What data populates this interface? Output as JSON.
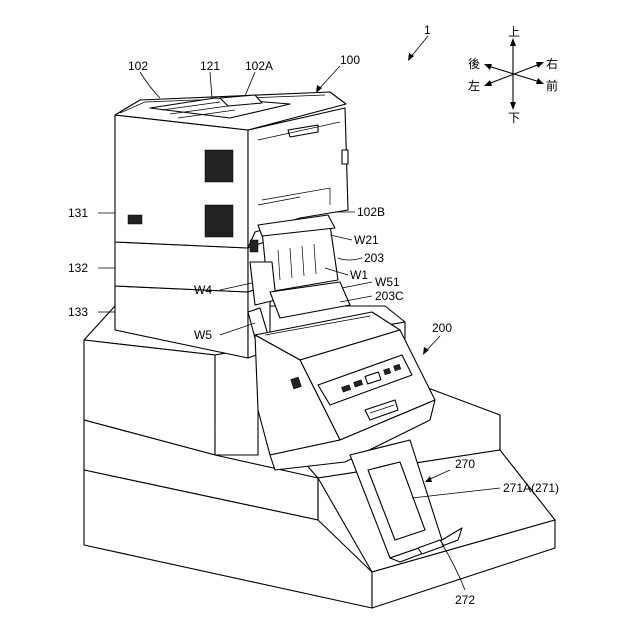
{
  "labels": {
    "assembly": "1",
    "printer": "100",
    "top_cover": "102",
    "top_cover_a": "102A",
    "top_cover_b": "102B",
    "output_tray": "121",
    "unit_131": "131",
    "unit_132": "132",
    "unit_133": "133",
    "scanner": "200",
    "guide_203": "203",
    "guide_203c": "203C",
    "sheet_w1": "W1",
    "sheet_w21": "W21",
    "sheet_w4": "W4",
    "sheet_w5": "W5",
    "sheet_w51": "W51",
    "tray_270": "270",
    "tray_271a": "271A(271)",
    "stopper_272": "272"
  },
  "compass": {
    "up": "上",
    "down": "下",
    "left": "左",
    "right": "右",
    "front": "前",
    "back": "後"
  }
}
